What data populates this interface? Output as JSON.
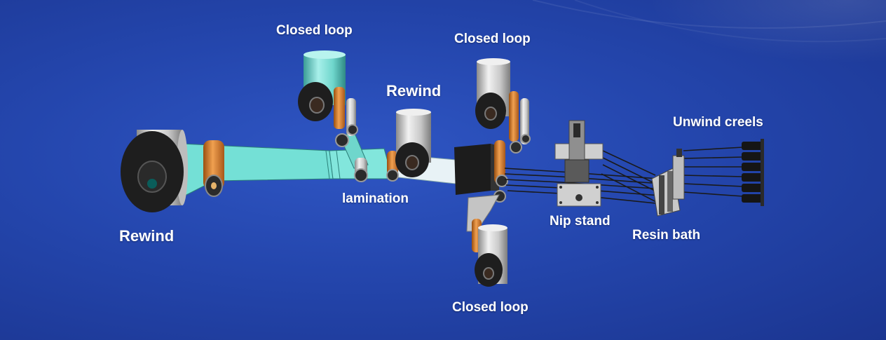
{
  "labels": {
    "rewind_left": "Rewind",
    "closed_loop_top_left": "Closed loop",
    "rewind_mid": "Rewind",
    "closed_loop_top_right": "Closed loop",
    "lamination": "lamination",
    "closed_loop_bottom": "Closed loop",
    "nip_stand": "Nip stand",
    "resin_bath": "Resin bath",
    "unwind_creels": "Unwind creels"
  },
  "colors": {
    "background": "#2446ad",
    "film": "#74e0d6",
    "roller_orange": "#d9822b",
    "roll_silver": "#d8d8d8",
    "roll_dark": "#1e1e1e",
    "label_text": "#ffffff"
  }
}
